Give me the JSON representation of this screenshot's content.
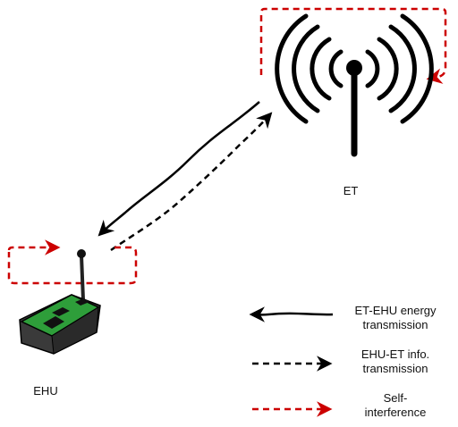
{
  "nodes": {
    "et_label": "ET",
    "ehu_label": "EHU"
  },
  "legend": [
    {
      "line1": "ET-EHU energy",
      "line2": "transmission",
      "style": "solid",
      "color": "#000000"
    },
    {
      "line1": "EHU-ET  info.",
      "line2": "transmission",
      "style": "dashed",
      "color": "#000000"
    },
    {
      "line1": "Self-",
      "line2": "interference",
      "style": "dashed",
      "color": "#cc0000"
    }
  ],
  "colors": {
    "ink": "#000000",
    "interference": "#cc0000",
    "board_green": "#2e9e3a",
    "device_body": "#3a3a3a"
  },
  "icons": {
    "transmitter": "radio-tower-icon",
    "receiver": "sensor-device-icon"
  }
}
